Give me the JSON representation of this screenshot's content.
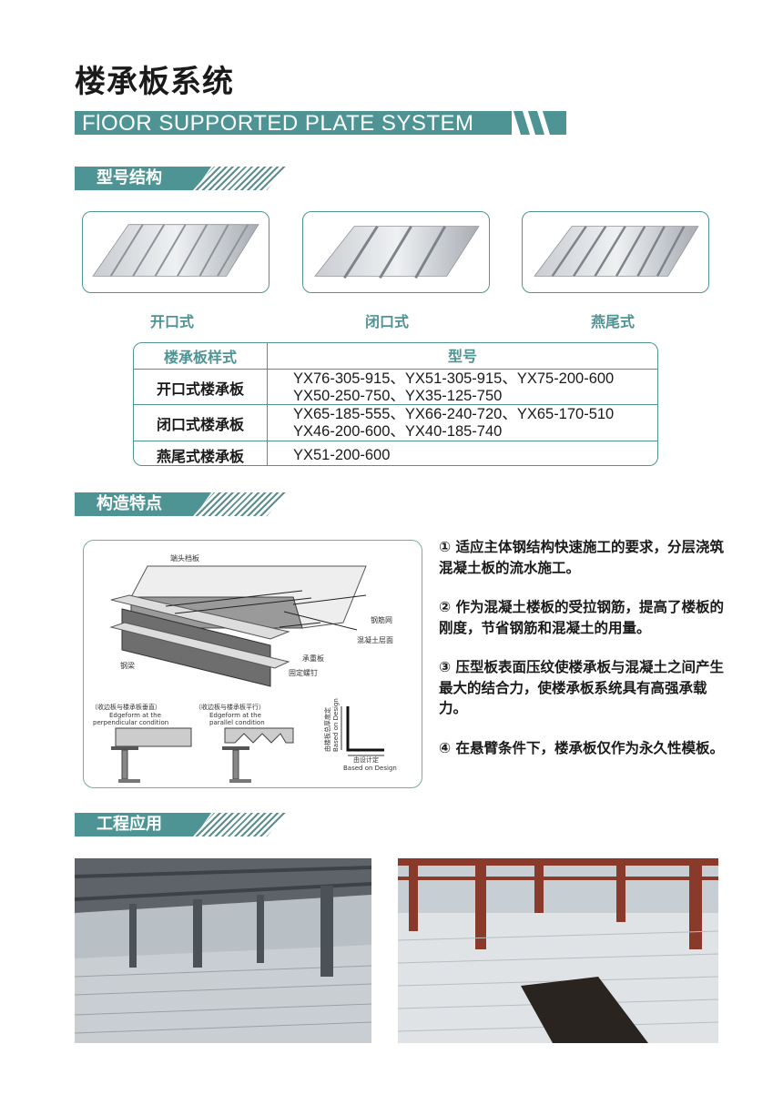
{
  "title": "楼承板系统",
  "subtitle": "FlOOR SUPPORTED PLATE SYSTEM",
  "sections": {
    "structure": "型号结构",
    "features": "构造特点",
    "application": "工程应用"
  },
  "products": [
    {
      "label": "开口式"
    },
    {
      "label": "闭口式"
    },
    {
      "label": "燕尾式"
    }
  ],
  "table": {
    "headers": [
      "楼承板样式",
      "型号"
    ],
    "rows": [
      {
        "type": "开口式楼承板",
        "models": [
          "YX76-305-915、YX51-305-915、YX75-200-600",
          "YX50-250-750、YX35-125-750"
        ]
      },
      {
        "type": "闭口式楼承板",
        "models": [
          "YX65-185-555、YX66-240-720、YX65-170-510",
          "YX46-200-600、YX40-185-740"
        ]
      },
      {
        "type": "燕尾式楼承板",
        "models": [
          "YX51-200-600"
        ]
      }
    ]
  },
  "diagram": {
    "labels": {
      "end_plate": "端头档板",
      "rebar_mesh": "钢筋网",
      "concrete_surface": "混凝土层面",
      "bearing_plate": "承重板",
      "steel_beam": "钢梁",
      "fixing_nail": "固定螺钉"
    },
    "detail1_cn": "（收边板与楼承板垂直）",
    "detail1_en1": "Edgeform at the",
    "detail1_en2": "perpendicular condition",
    "detail2_cn": "（收边板与楼承板平行）",
    "detail2_en1": "Edgeform at the",
    "detail2_en2": "parallel condition",
    "vertical_cn": "由楼板总厚度定",
    "vertical_en": "Based on Design",
    "horizontal_cn": "由设计定",
    "horizontal_en": "Based on Design"
  },
  "features": [
    "① 适应主体钢结构快速施工的要求，分层浇筑混凝土板的流水施工。",
    "② 作为混凝土楼板的受拉钢筋，提高了楼板的刚度，节省钢筋和混凝土的用量。",
    "③ 压型板表面压纹使楼承板与混凝土之间产生最大的结合力，使楼承板系统具有高强承载力。",
    "④ 在悬臂条件下，楼承板仅作为永久性模板。"
  ],
  "colors": {
    "accent": "#4f9494"
  }
}
